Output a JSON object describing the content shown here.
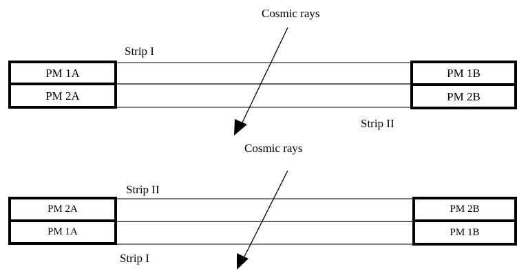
{
  "top_panel": {
    "cosmic_label": "Cosmic rays",
    "strip_upper_label": "Strip I",
    "strip_lower_label": "Strip II",
    "pm_left_upper": "PM 1A",
    "pm_left_lower": "PM 2A",
    "pm_right_upper": "PM 1B",
    "pm_right_lower": "PM 2B"
  },
  "bottom_panel": {
    "cosmic_label": "Cosmic rays",
    "strip_upper_label": "Strip II",
    "strip_lower_label": "Strip I",
    "pm_left_upper": "PM 2A",
    "pm_left_lower": "PM 1A",
    "pm_right_upper": "PM 2B",
    "pm_right_lower": "PM 1B"
  },
  "colors": {
    "line": "#000000",
    "background": "#ffffff"
  }
}
